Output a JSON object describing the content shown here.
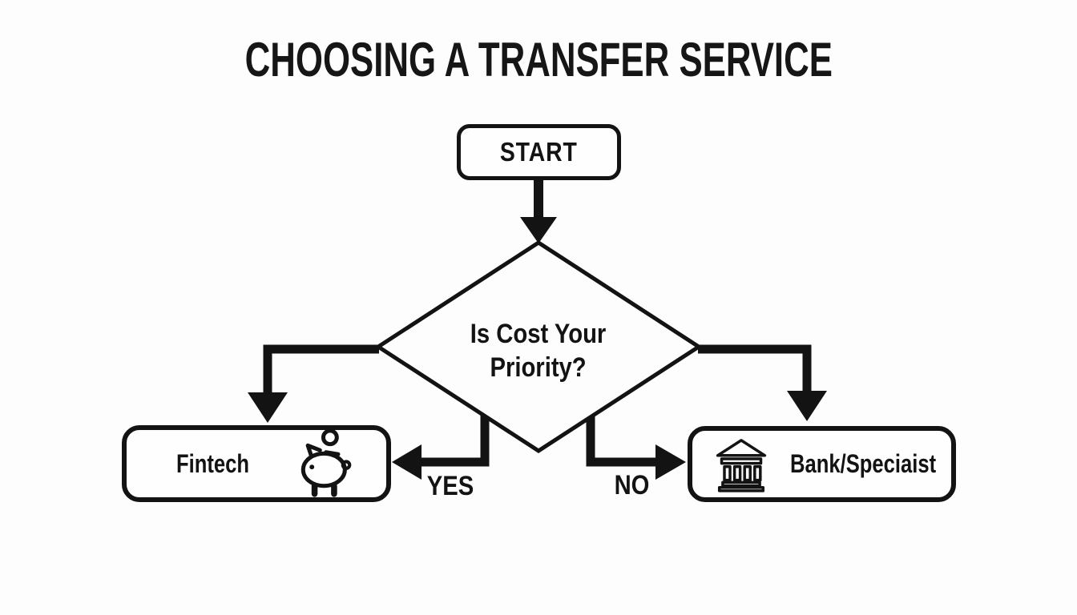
{
  "canvas": {
    "background": "#fdfdfd",
    "ink": "#131313"
  },
  "title": "CHOOSING A TRANSFER SERVICE",
  "flowchart": {
    "start_node": {
      "label": "START"
    },
    "decision_node": {
      "label": "Is Cost Your\nPriority?"
    },
    "yes_branch": {
      "label": "YES"
    },
    "no_branch": {
      "label": "NO"
    },
    "fintech_node": {
      "label": "Fintech",
      "icon": "piggy-bank-icon"
    },
    "bank_node": {
      "label": "Bank/Speciaist",
      "icon": "bank-icon"
    }
  }
}
